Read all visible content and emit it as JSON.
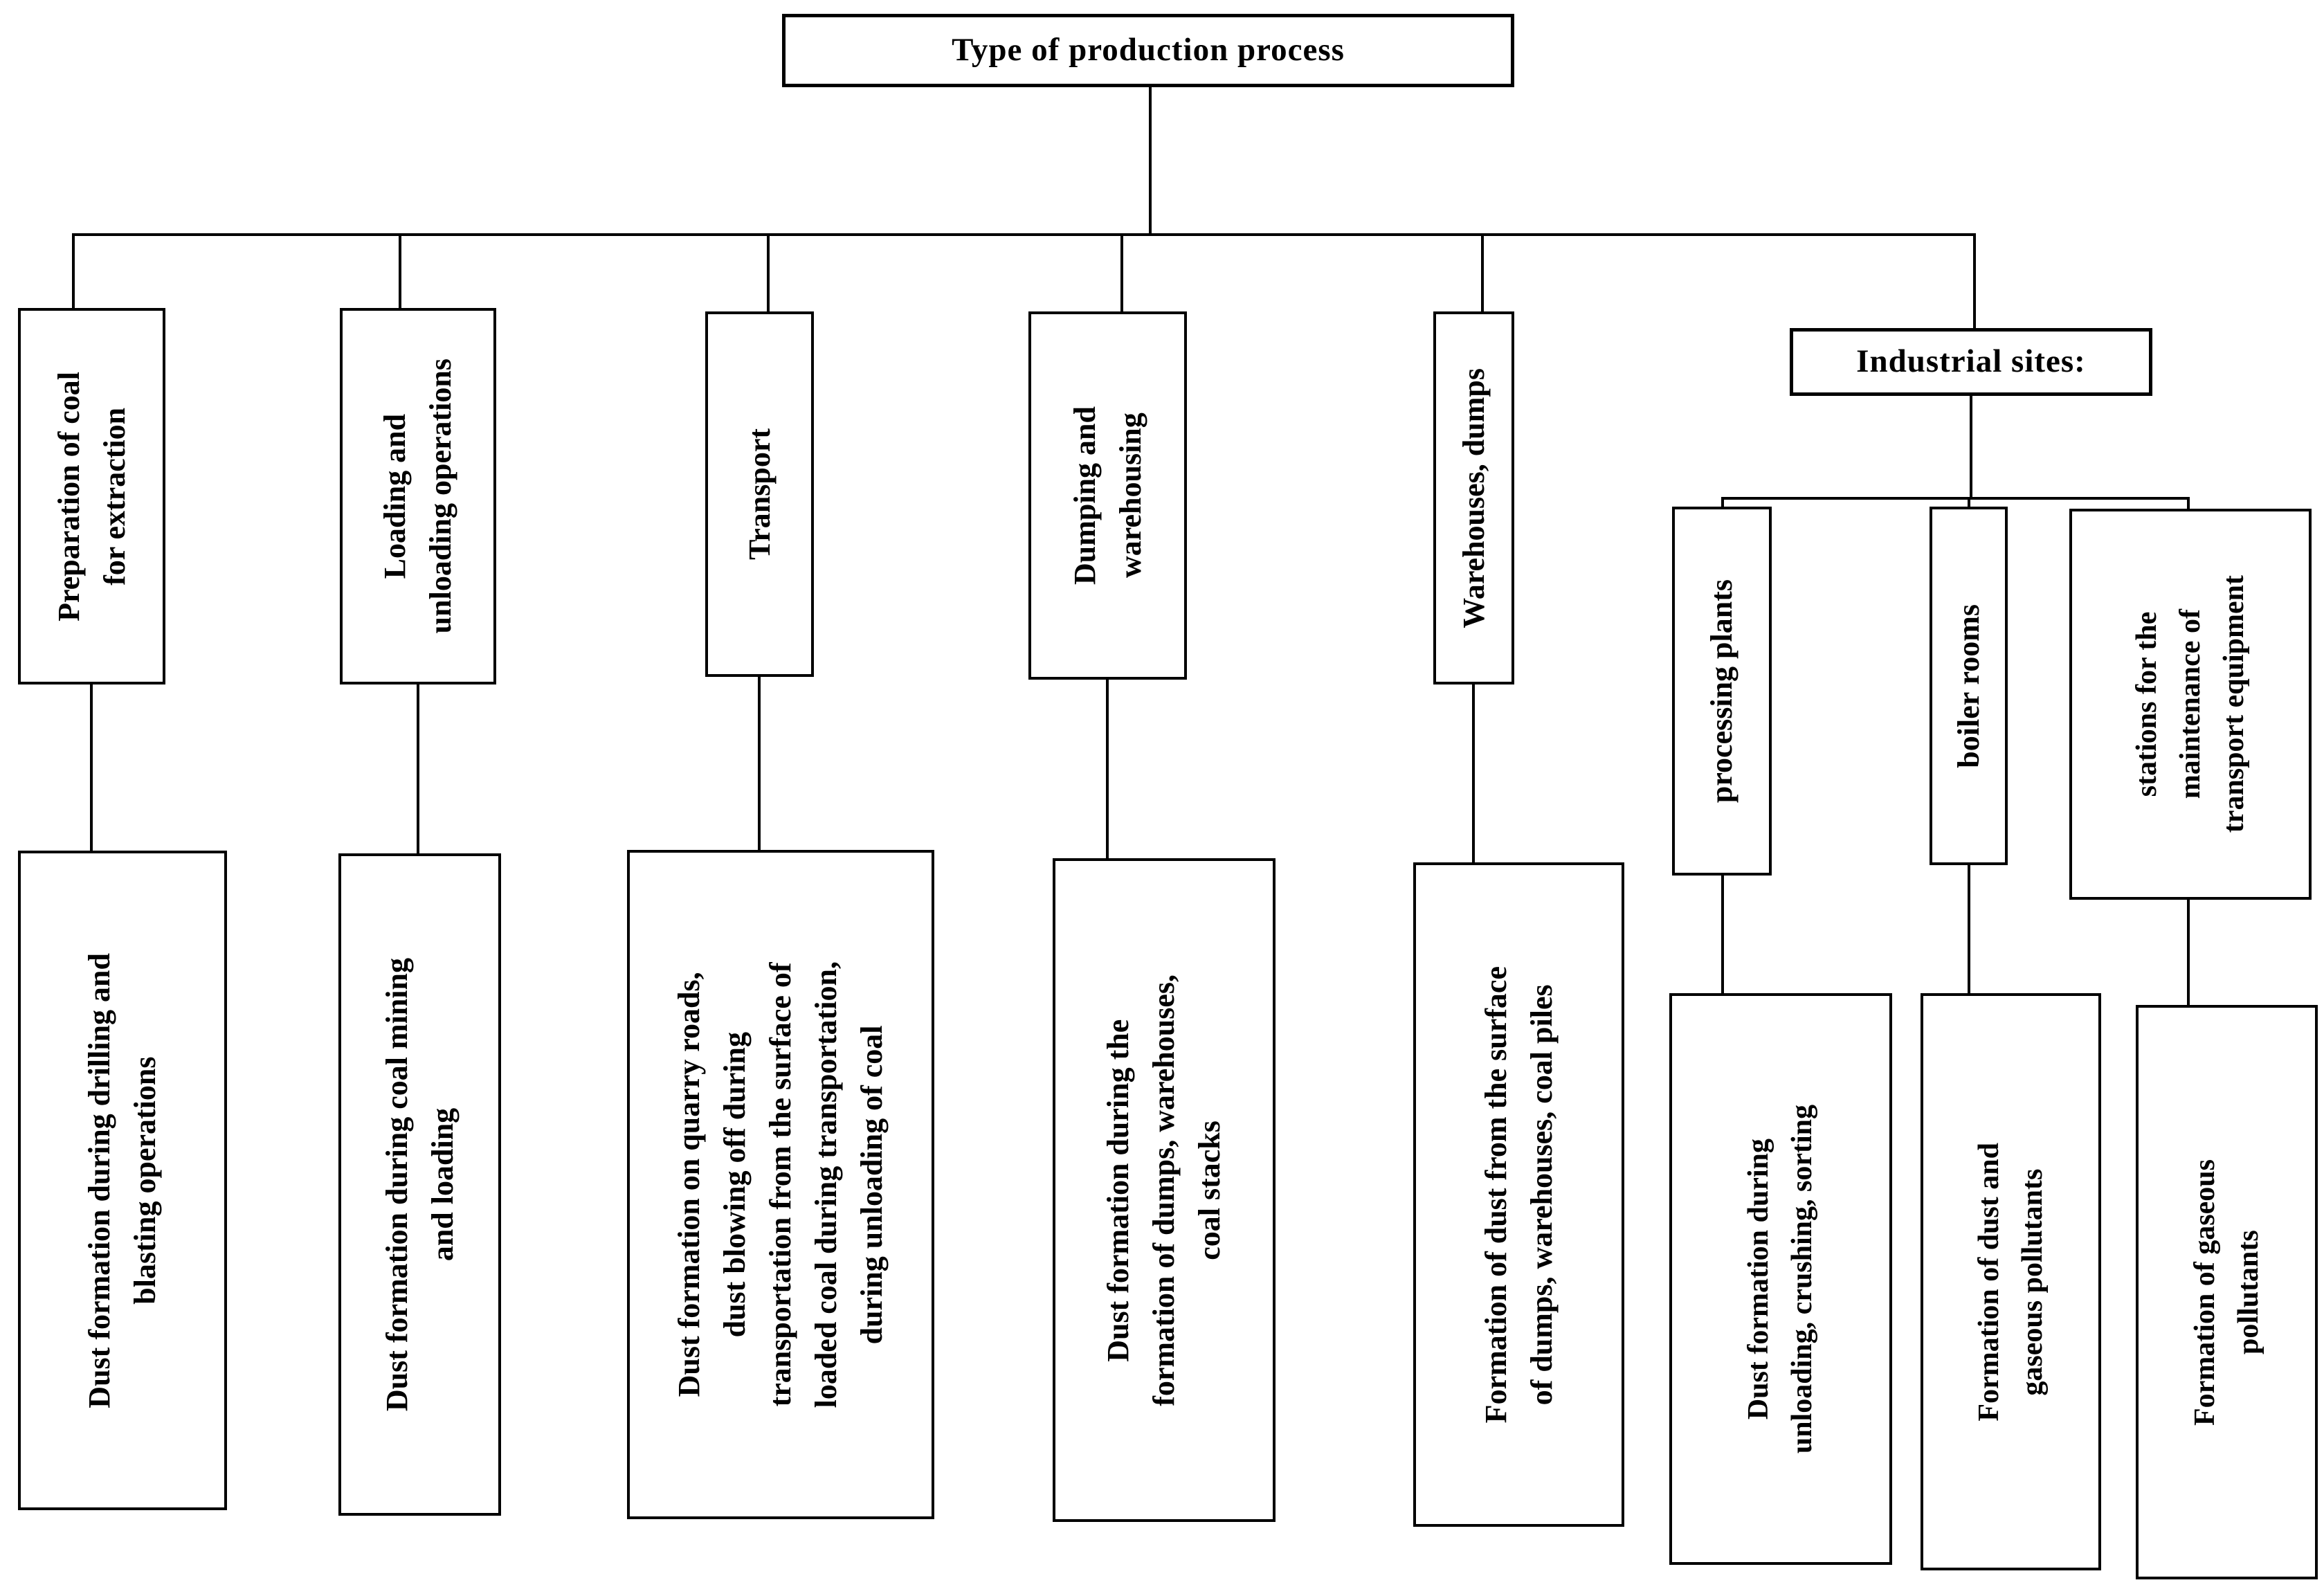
{
  "root": {
    "label": "Type of production process"
  },
  "branches": [
    {
      "header": "Preparation of coal\nfor extraction",
      "detail": "Dust formation during drilling and\nblasting operations"
    },
    {
      "header": "Loading and\nunloading operations",
      "detail": "Dust formation during coal mining\nand loading"
    },
    {
      "header": "Transport",
      "detail": "Dust formation on quarry roads,\ndust blowing off during\ntransportation from the surface of\nloaded coal during transportation,\nduring unloading of coal"
    },
    {
      "header": "Dumping and\nwarehousing",
      "detail": "Dust formation during the\nformation of dumps, warehouses,\ncoal stacks"
    },
    {
      "header": "Warehouses, dumps",
      "detail": "Formation of dust from the surface\nof dumps, warehouses, coal piles"
    }
  ],
  "industrial": {
    "label": "Industrial sites:",
    "sites": [
      {
        "header": "processing plants",
        "detail": "Dust formation during\nunloading, crushing, sorting"
      },
      {
        "header": "boiler rooms",
        "detail": "Formation of dust and\ngaseous pollutants"
      },
      {
        "header": "stations for the\nmaintenance of\ntransport equipment",
        "detail": "Formation of gaseous\npollutants"
      }
    ]
  },
  "colors": {
    "line": "#000000",
    "background": "#ffffff",
    "text": "#000000"
  }
}
